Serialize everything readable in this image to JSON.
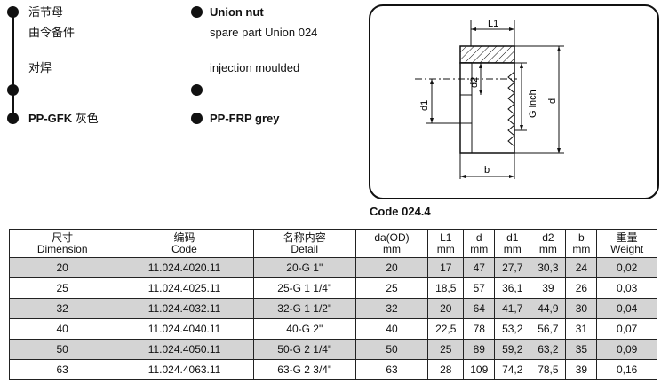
{
  "left_panel": {
    "line1": "活节母",
    "line2": "由令备件",
    "line3": "对焊",
    "bottom_bold": "PP-GFK",
    "bottom_zh": "灰色"
  },
  "middle_panel": {
    "title": "Union nut",
    "line2": "spare part Union 024",
    "line3": "injection moulded",
    "bottom": "PP-FRP grey"
  },
  "diagram": {
    "caption": "Code 024.4",
    "labels": {
      "L1": "L1",
      "d2": "d2",
      "d1": "d1",
      "g": "G inch",
      "d": "d",
      "b": "b"
    }
  },
  "table": {
    "headers": [
      [
        "尺寸",
        "Dimension"
      ],
      [
        "编码",
        "Code"
      ],
      [
        "名称内容",
        "Detail"
      ],
      [
        "da(OD)",
        "mm"
      ],
      [
        "L1",
        "mm"
      ],
      [
        "d",
        "mm"
      ],
      [
        "d1",
        "mm"
      ],
      [
        "d2",
        "mm"
      ],
      [
        "b",
        "mm"
      ],
      [
        "重量",
        "Weight"
      ]
    ],
    "rows": [
      [
        "20",
        "11.024.4020.11",
        "20-G 1\"",
        "20",
        "17",
        "47",
        "27,7",
        "30,3",
        "24",
        "0,02"
      ],
      [
        "25",
        "11.024.4025.11",
        "25-G 1 1/4\"",
        "25",
        "18,5",
        "57",
        "36,1",
        "39",
        "26",
        "0,03"
      ],
      [
        "32",
        "11.024.4032.11",
        "32-G 1 1/2\"",
        "32",
        "20",
        "64",
        "41,7",
        "44,9",
        "30",
        "0,04"
      ],
      [
        "40",
        "11.024.4040.11",
        "40-G 2\"",
        "40",
        "22,5",
        "78",
        "53,2",
        "56,7",
        "31",
        "0,07"
      ],
      [
        "50",
        "11.024.4050.11",
        "50-G 2 1/4\"",
        "50",
        "25",
        "89",
        "59,2",
        "63,2",
        "35",
        "0,09"
      ],
      [
        "63",
        "11.024.4063.11",
        "63-G 2 3/4\"",
        "63",
        "28",
        "109",
        "74,2",
        "78,5",
        "39",
        "0,16"
      ]
    ]
  }
}
